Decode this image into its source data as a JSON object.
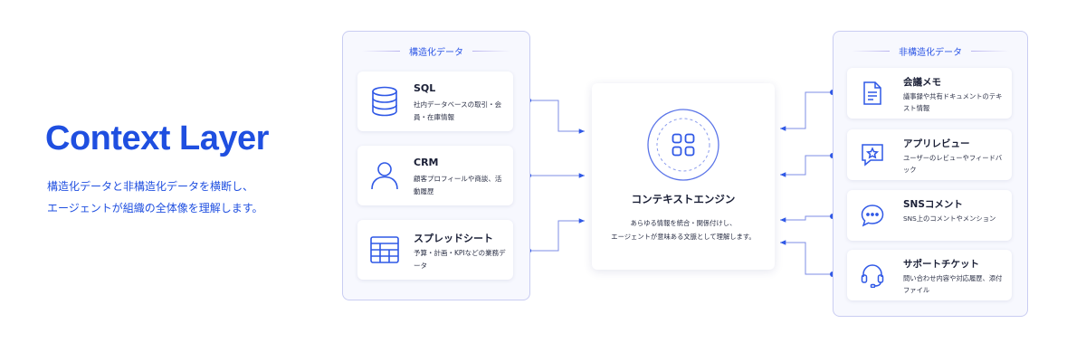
{
  "hero": {
    "title": "Context Layer",
    "subtitle_line1": "構造化データと非構造化データを横断し、",
    "subtitle_line2": "エージェントが組織の全体像を理解します。"
  },
  "structured": {
    "header": "構造化データ",
    "items": [
      {
        "title": "SQL",
        "desc": "社内データベースの取引・会員・在庫情報",
        "icon": "database-icon"
      },
      {
        "title": "CRM",
        "desc": "顧客プロフィールや商談、活動履歴",
        "icon": "user-icon"
      },
      {
        "title": "スプレッドシート",
        "desc": "予算・計画・KPIなどの業務データ",
        "icon": "spreadsheet-icon"
      }
    ]
  },
  "engine": {
    "title": "コンテキストエンジン",
    "desc_line1": "あらゆる情報を統合・関係付けし、",
    "desc_line2": "エージェントが意味ある文脈として理解します。",
    "icon": "grid-icon"
  },
  "unstructured": {
    "header": "非構造化データ",
    "items": [
      {
        "title": "会議メモ",
        "desc": "議事録や共有ドキュメントのテキスト情報",
        "icon": "document-icon"
      },
      {
        "title": "アプリレビュー",
        "desc": "ユーザーのレビューやフィードバック",
        "icon": "star-comment-icon"
      },
      {
        "title": "SNSコメント",
        "desc": "SNS上のコメントやメンション",
        "icon": "chat-bubble-icon"
      },
      {
        "title": "サポートチケット",
        "desc": "問い合わせ内容や対応履歴、添付ファイル",
        "icon": "headset-icon"
      }
    ]
  },
  "colors": {
    "accent": "#1f4fe0",
    "connector": "#2f58e6",
    "panel_border": "#c9cdf2",
    "panel_bg": "#f7f8fe"
  }
}
